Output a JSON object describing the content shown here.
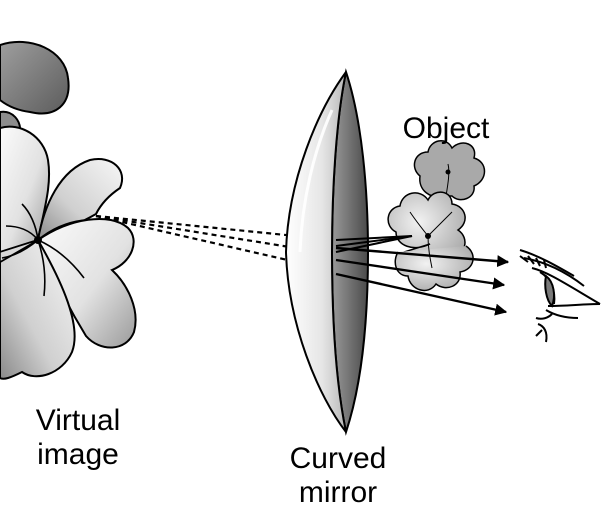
{
  "labels": {
    "object": "Object",
    "virtual_image_line1": "Virtual",
    "virtual_image_line2": "image",
    "mirror_line1": "Curved",
    "mirror_line2": "mirror"
  },
  "colors": {
    "ink": "#000000",
    "mirror_dark": "#555555",
    "mirror_light": "#f4f4f4",
    "petal_light": "#fafafa",
    "petal_mid": "#bdbdbd",
    "petal_dark": "#808080"
  },
  "icons": {
    "virtual_image": "large-flower-icon",
    "object": "small-flower-icon",
    "mirror": "convex-mirror-icon",
    "viewer": "eye-icon"
  },
  "rays": {
    "solid_count": 3,
    "dashed_count": 3
  }
}
